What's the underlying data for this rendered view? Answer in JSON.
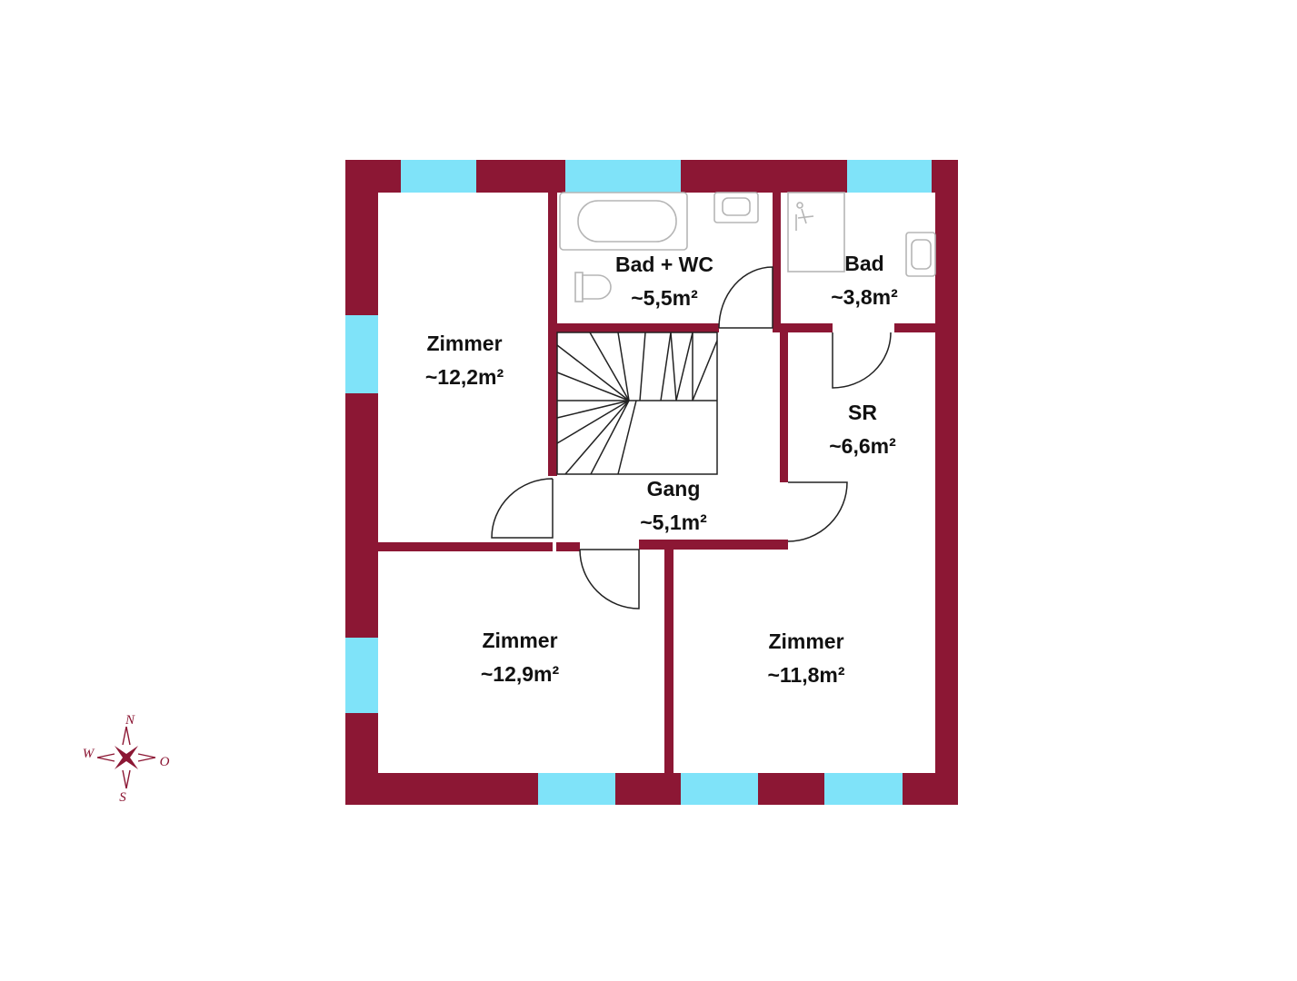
{
  "colors": {
    "wall": "#8c1734",
    "window": "#7fe3f9",
    "line": "#222222",
    "fixture": "#b5b5b5",
    "background": "#ffffff"
  },
  "rooms": [
    {
      "id": "zimmer-nw",
      "name": "Zimmer",
      "area": "~12,2m²"
    },
    {
      "id": "bad-wc",
      "name": "Bad + WC",
      "area": "~5,5m²"
    },
    {
      "id": "bad",
      "name": "Bad",
      "area": "~3,8m²"
    },
    {
      "id": "sr",
      "name": "SR",
      "area": "~6,6m²"
    },
    {
      "id": "gang",
      "name": "Gang",
      "area": "~5,1m²"
    },
    {
      "id": "zimmer-sw",
      "name": "Zimmer",
      "area": "~12,9m²"
    },
    {
      "id": "zimmer-se",
      "name": "Zimmer",
      "area": "~11,8m²"
    }
  ],
  "compass": {
    "north": "N",
    "south": "S",
    "west": "W",
    "east": "O"
  },
  "icons": {
    "bathtub": "bathtub-icon",
    "sink": "sink-icon",
    "toilet": "toilet-icon",
    "shower": "shower-icon",
    "compass": "compass-rose-icon"
  }
}
